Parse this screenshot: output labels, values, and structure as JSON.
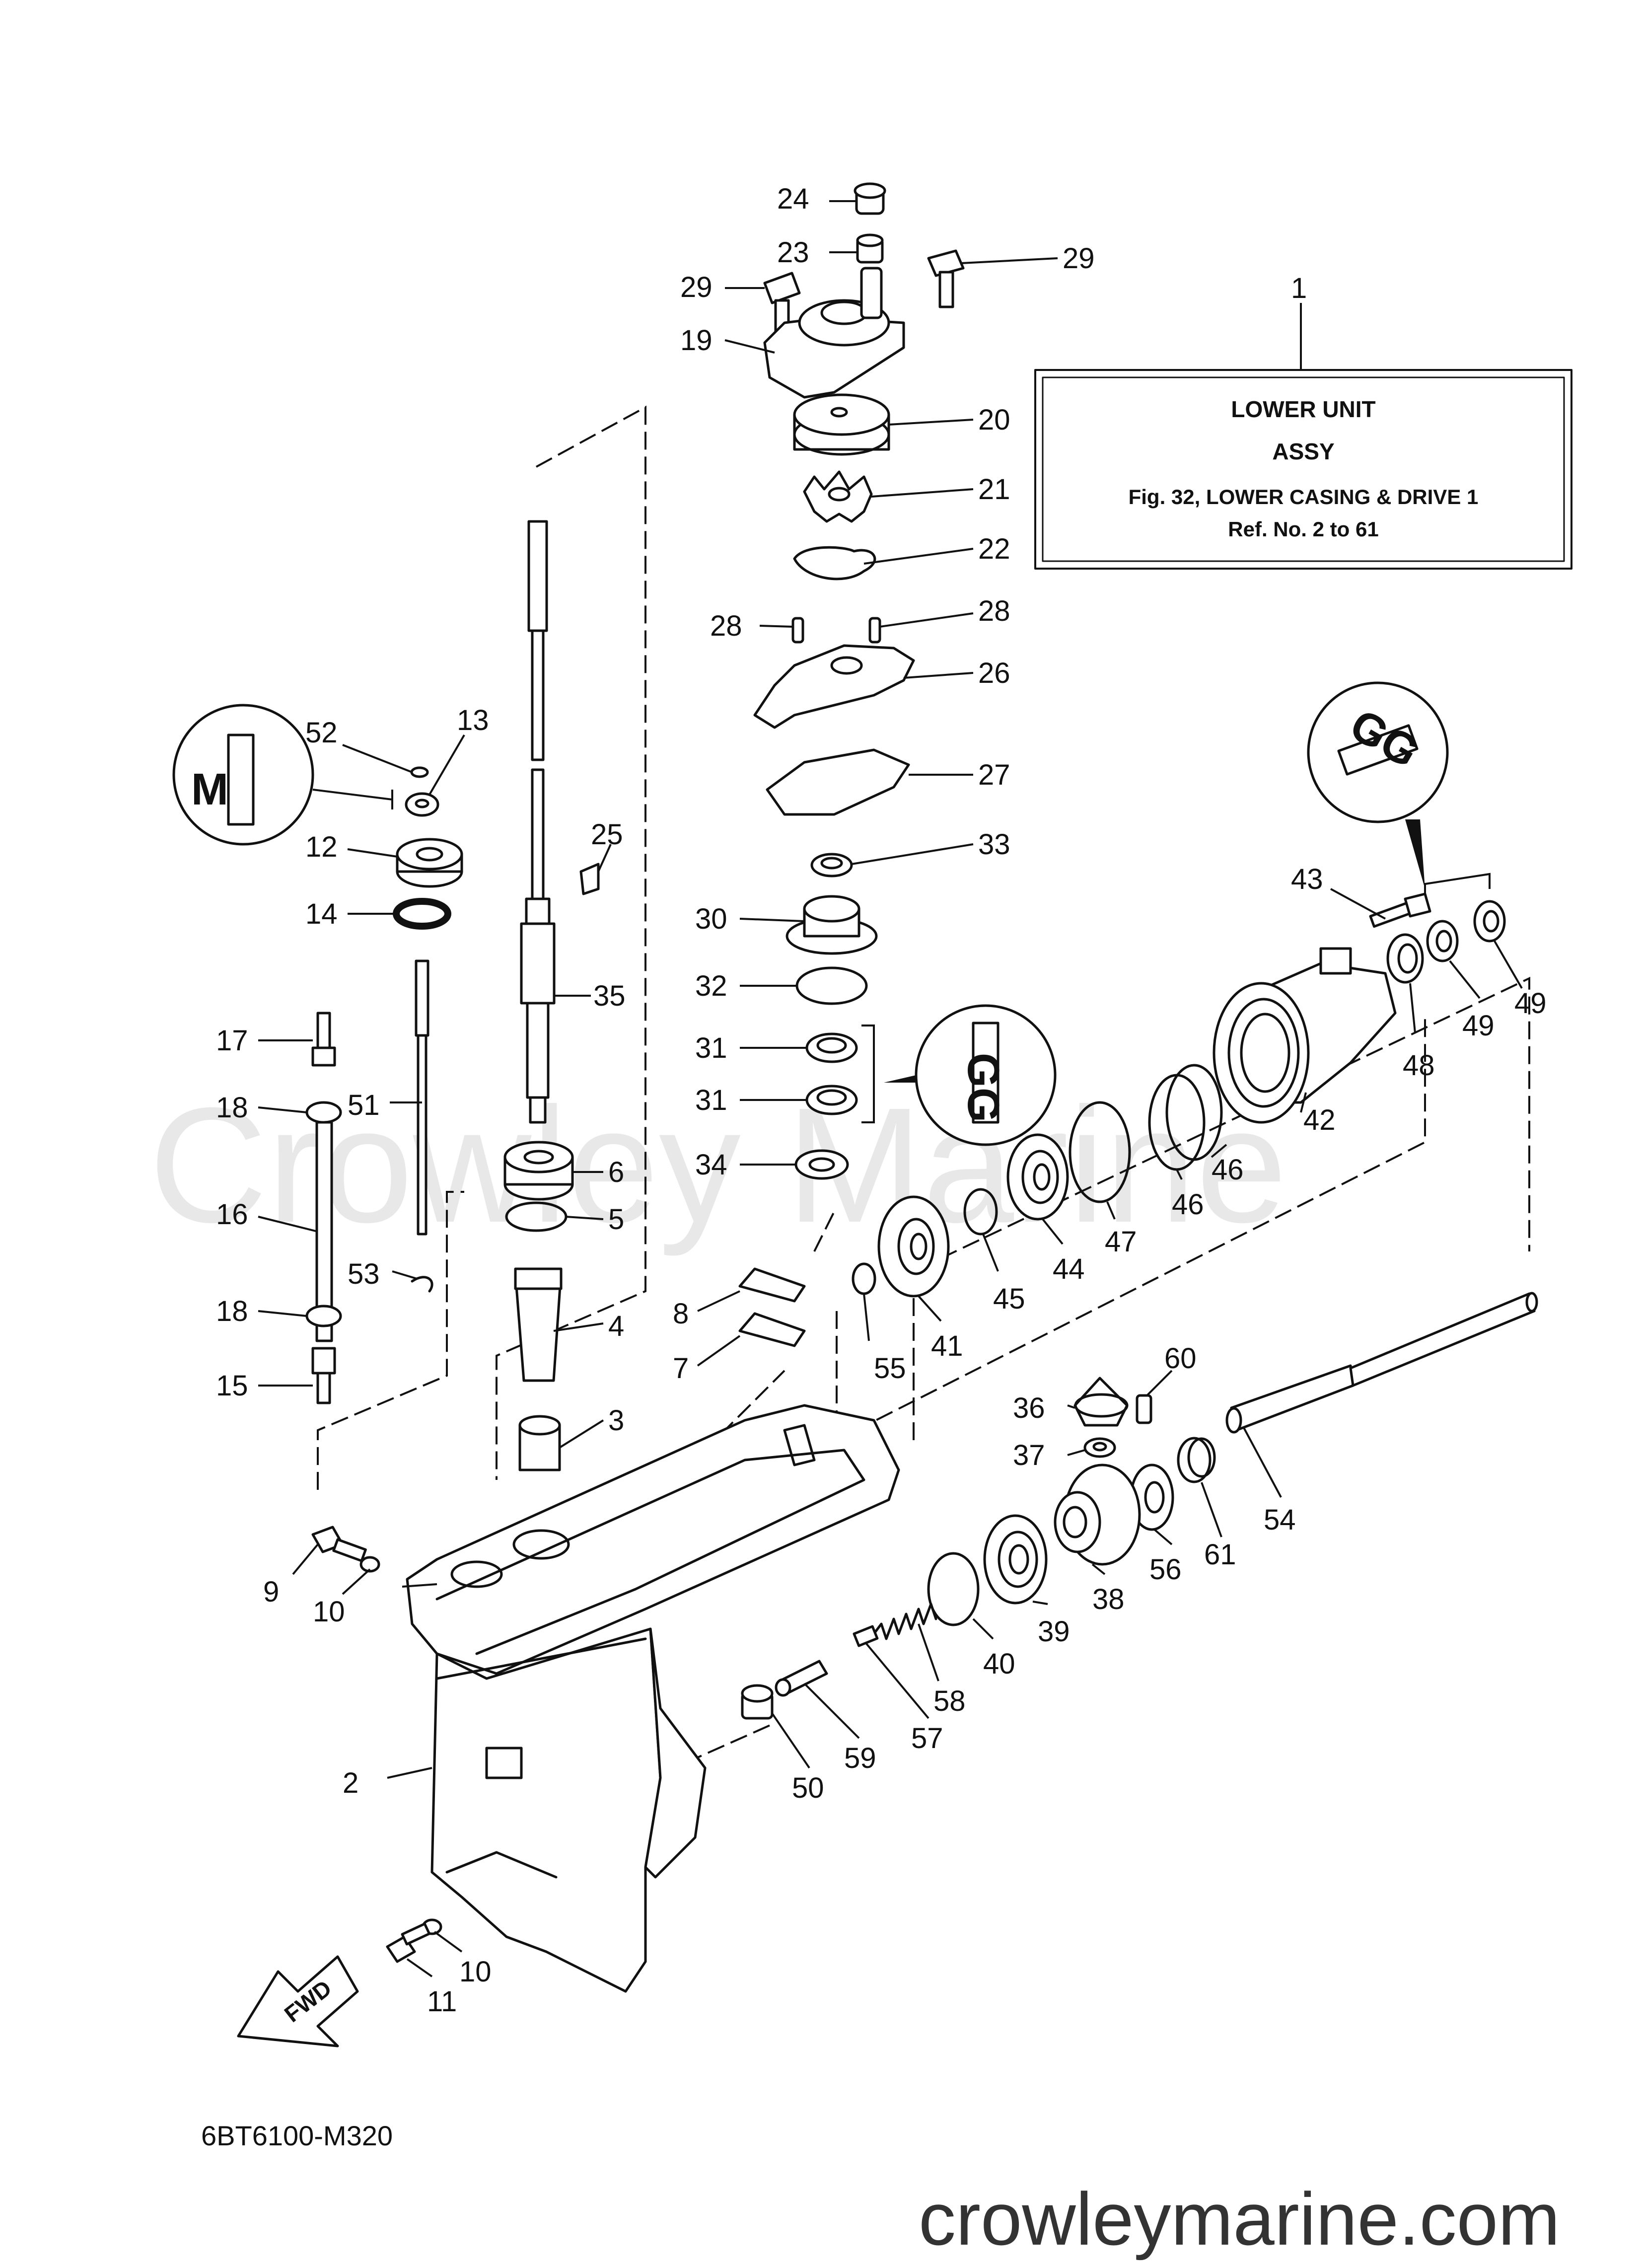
{
  "watermark": "Crowley Marine",
  "ref_box": {
    "number": "1",
    "title_line1": "LOWER UNIT",
    "title_line2": "ASSY",
    "ref_line1": "Fig. 32, LOWER CASING & DRIVE 1",
    "ref_line2": "Ref. No. 2 to 61"
  },
  "part_numbers": [
    "1",
    "2",
    "3",
    "4",
    "5",
    "6",
    "7",
    "8",
    "9",
    "10",
    "11",
    "12",
    "13",
    "14",
    "15",
    "16",
    "17",
    "18",
    "19",
    "20",
    "21",
    "22",
    "23",
    "24",
    "25",
    "26",
    "27",
    "28",
    "29",
    "30",
    "31",
    "32",
    "33",
    "34",
    "35",
    "36",
    "37",
    "38",
    "39",
    "40",
    "41",
    "42",
    "43",
    "44",
    "45",
    "46",
    "47",
    "48",
    "49",
    "50",
    "51",
    "52",
    "53",
    "54",
    "55",
    "56",
    "57",
    "58",
    "59",
    "60",
    "61"
  ],
  "labels": {
    "fwd": "FWD",
    "diagram_code": "6BT6100-M320",
    "website": "crowleymarine.com",
    "grease_symbol_left": "M",
    "grease_symbol_right_top": "GG",
    "grease_symbol_right_mid": "GG"
  }
}
